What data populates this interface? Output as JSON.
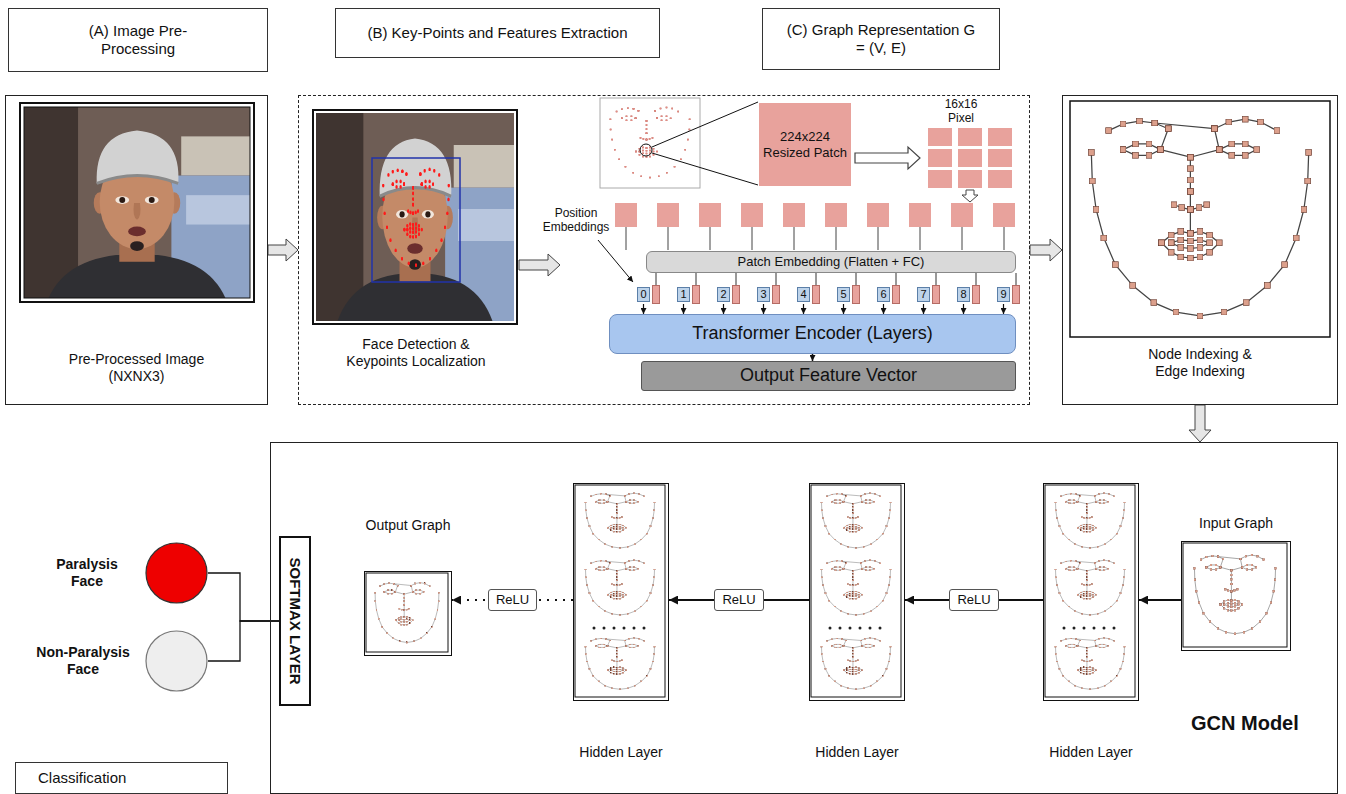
{
  "diagram": {
    "nodes": [
      {
        "text": [
          "(A) Image Pre-Processing"
        ]
      },
      {
        "text": [
          "(B) Key-Points and Features Extraction"
        ]
      },
      {
        "text": [
          "(C) Graph Representation G = (V, E)"
        ]
      },
      {
        "text": [
          "Pre-Processed Image (NXNX3)"
        ]
      },
      {
        "text": [
          "Face Detection & Keypoints Localization"
        ]
      },
      {
        "text": [
          "224x224 Resized Patch"
        ],
        "in": 4
      },
      {
        "text": [
          "Patch Embedding (Flatten + FC)"
        ],
        "in": 4
      },
      {
        "text": [
          "0"
        ],
        "in": 4
      },
      {
        "text": [
          "1"
        ],
        "in": 4
      },
      {
        "text": [
          "2"
        ],
        "in": 4
      },
      {
        "text": [
          "3"
        ],
        "in": 4
      },
      {
        "text": [
          "4"
        ],
        "in": 4
      },
      {
        "text": [
          "5"
        ],
        "in": 4
      },
      {
        "text": [
          "6"
        ],
        "in": 4
      },
      {
        "text": [
          "7"
        ],
        "in": 4
      },
      {
        "text": [
          "8"
        ],
        "in": 4
      },
      {
        "text": [
          "9"
        ],
        "in": 4
      },
      {
        "text": [
          "Transformer Encoder (Layers)"
        ],
        "in": 4
      },
      {
        "text": [
          "Output Feature Vector"
        ],
        "in": 4
      },
      {
        "text": [
          "Node Indexing & Edge Indexing"
        ]
      },
      {
        "text": [
          "Paralysis Face"
        ]
      },
      {
        "text": [
          "Non-Paralysis Face"
        ]
      },
      {
        "text": [
          "GCN Model"
        ]
      },
      {
        "text": [
          "SOFTMAX LAYER"
        ],
        "in": 22
      },
      {
        "text": [
          "Output Graph"
        ],
        "in": 22
      },
      {
        "text": [
          "Hidden Layer"
        ],
        "in": 22
      },
      {
        "text": [
          "Hidden Layer"
        ],
        "in": 22
      },
      {
        "text": [
          "Hidden Layer"
        ],
        "in": 22
      },
      {
        "text": [
          "Input Graph"
        ],
        "in": 22
      },
      {
        "text": [
          "Classification"
        ]
      }
    ],
    "edges": [
      {
        "from": 3,
        "to": 4,
        "arrow": "to"
      },
      {
        "from": 4,
        "to": 19,
        "arrow": "to"
      },
      {
        "from": 19,
        "to": 22,
        "arrow": "to"
      },
      {
        "from": 6,
        "to": 7,
        "arrow": "none"
      },
      {
        "from": 6,
        "to": 8,
        "arrow": "none"
      },
      {
        "from": 6,
        "to": 9,
        "arrow": "none"
      },
      {
        "from": 6,
        "to": 10,
        "arrow": "none"
      },
      {
        "from": 6,
        "to": 11,
        "arrow": "none"
      },
      {
        "from": 6,
        "to": 12,
        "arrow": "none"
      },
      {
        "from": 6,
        "to": 13,
        "arrow": "none"
      },
      {
        "from": 6,
        "to": 14,
        "arrow": "none"
      },
      {
        "from": 6,
        "to": 15,
        "arrow": "none"
      },
      {
        "from": 6,
        "to": 16,
        "arrow": "none"
      },
      {
        "from": 7,
        "to": 17,
        "arrow": "to"
      },
      {
        "from": 8,
        "to": 17,
        "arrow": "to"
      },
      {
        "from": 9,
        "to": 17,
        "arrow": "to"
      },
      {
        "from": 10,
        "to": 17,
        "arrow": "to"
      },
      {
        "from": 11,
        "to": 17,
        "arrow": "to"
      },
      {
        "from": 12,
        "to": 17,
        "arrow": "to"
      },
      {
        "from": 13,
        "to": 17,
        "arrow": "to"
      },
      {
        "from": 14,
        "to": 17,
        "arrow": "to"
      },
      {
        "from": 15,
        "to": 17,
        "arrow": "to"
      },
      {
        "from": 16,
        "to": 17,
        "arrow": "to"
      },
      {
        "from": 17,
        "to": 18,
        "arrow": "to"
      },
      {
        "from": 28,
        "to": 27,
        "arrow": "to"
      },
      {
        "from": 27,
        "to": 26,
        "label": "ReLU",
        "arrow": "to"
      },
      {
        "from": 26,
        "to": 25,
        "label": "ReLU",
        "arrow": "to"
      },
      {
        "from": 25,
        "to": 24,
        "label": "ReLU",
        "arrow": "to"
      },
      {
        "from": 23,
        "to": 20,
        "arrow": "none"
      },
      {
        "from": 23,
        "to": 21,
        "arrow": "none"
      }
    ],
    "labels": [
      "Position Embeddings",
      "16x16 Pixel"
    ]
  }
}
